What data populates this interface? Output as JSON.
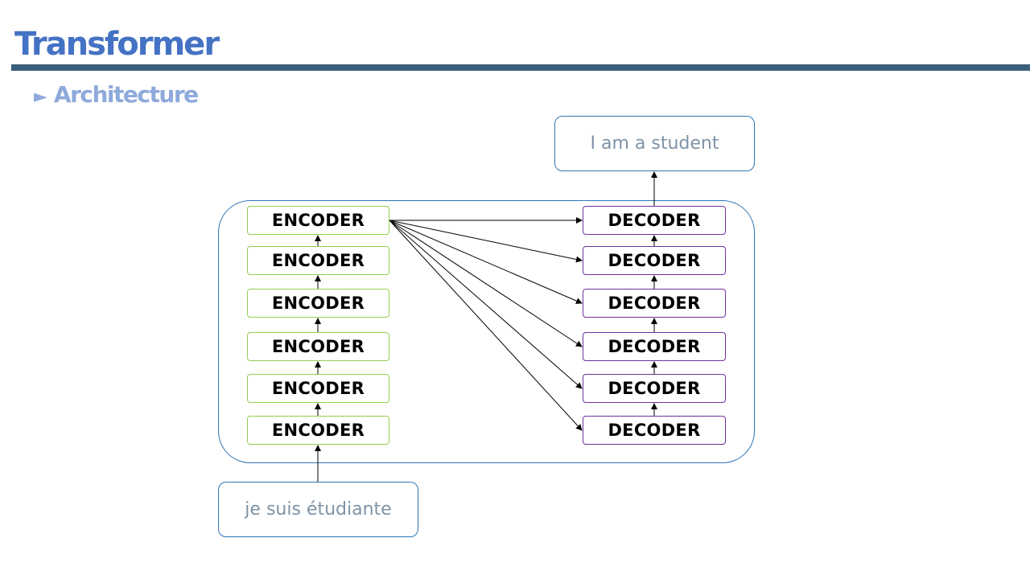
{
  "slide": {
    "title": "Transformer",
    "subtitle_bullet": "►",
    "subtitle": "Architecture"
  },
  "diagram": {
    "input": "je suis étudiante",
    "output": "I am a student",
    "encoders": [
      "ENCODER",
      "ENCODER",
      "ENCODER",
      "ENCODER",
      "ENCODER",
      "ENCODER"
    ],
    "decoders": [
      "DECODER",
      "DECODER",
      "DECODER",
      "DECODER",
      "DECODER",
      "DECODER"
    ]
  },
  "colors": {
    "title": "#4472C4",
    "subtitle": "#8EA9DB",
    "rule": "#3A5F7A",
    "encoder_border": "#92D050",
    "decoder_border": "#7030A0",
    "container_border": "#2E75B6"
  }
}
